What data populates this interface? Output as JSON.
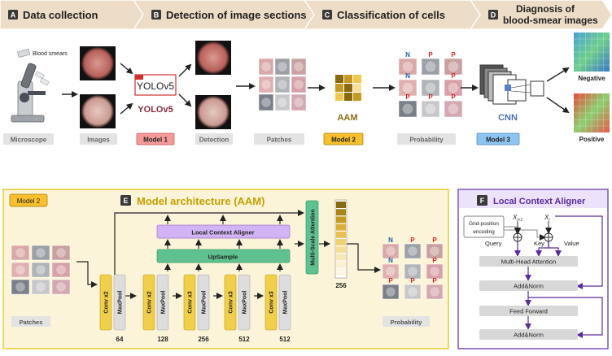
{
  "stages": [
    {
      "letter": "A",
      "title": "Data collection"
    },
    {
      "letter": "B",
      "title": "Detection of image sections"
    },
    {
      "letter": "C",
      "title": "Classification of cells"
    },
    {
      "letter": "D",
      "title": "Diagnosis of\nblood-smear images"
    }
  ],
  "pipeline": {
    "blood_smears": "Blood smears",
    "yolo_logo": "YOLOv5",
    "yolo_name": "YOLOv5",
    "aam": "AAM",
    "cnn": "CNN",
    "negative": "Negative",
    "positive": "Positive",
    "labels": [
      "Microscope",
      "Images",
      "Model 1",
      "Detection",
      "Patches",
      "Model 2",
      "Probability",
      "Model 3"
    ]
  },
  "cell_labels": {
    "top": [
      "N",
      "P",
      "P",
      "N",
      "P",
      "P",
      "P",
      "P"
    ],
    "bottom": [
      "N",
      "P",
      "P",
      "N",
      "P",
      "P",
      "P",
      "P"
    ]
  },
  "panelE": {
    "badge": "Model 2",
    "letter": "E",
    "title": "Model architecture (AAM)",
    "aligner": "Local Context Aligner",
    "upsample": "UpSample",
    "msa": "Multi-Scale Attention",
    "msa_dim": "256",
    "patches": "Patches",
    "probability": "Probability",
    "blocks": [
      {
        "conv": "Conv x2",
        "pool": "MaxPool",
        "dim": "64"
      },
      {
        "conv": "Conv x2",
        "pool": "MaxPool",
        "dim": "128"
      },
      {
        "conv": "Conv x3",
        "pool": "MaxPool",
        "dim": "256"
      },
      {
        "conv": "Conv x3",
        "pool": "MaxPool",
        "dim": "512"
      },
      {
        "conv": "Conv x3",
        "pool": "MaxPool",
        "dim": "512"
      }
    ]
  },
  "panelF": {
    "letter": "F",
    "title": "Local Context Aligner",
    "grid_line1": "Grid-position",
    "grid_line2": "encoding",
    "x_prev": "X",
    "x_prev_sub": "i+1",
    "x_cur": "X",
    "x_cur_sub": "i",
    "query": "Query",
    "key": "Key",
    "value": "Value",
    "mha": "Multi-Head Attention",
    "addnorm1": "Add&Norm",
    "ff": "Feed Forward",
    "addnorm2": "Add&Norm"
  },
  "colors": {
    "banner": "#eddcc6",
    "model1": "#f59a9a",
    "model2": "#f7c02c",
    "model3": "#8ec5f0",
    "grey_tag": "#e3e3e3",
    "panelE_bg": "#fcf4d8",
    "panelE_border": "#e6c200",
    "conv": "#f2cf4a",
    "pool": "#dddddd",
    "aligner": "#d2b3f5",
    "upsample": "#5ec290",
    "panelF_border": "#5b2aa0",
    "N": "#1f5ea8",
    "P": "#d42020"
  }
}
